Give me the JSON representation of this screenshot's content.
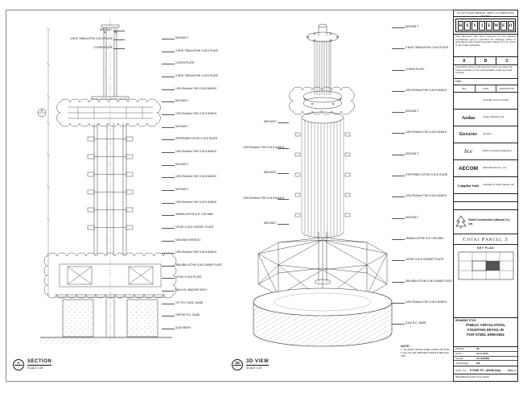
{
  "stamp": {
    "header": "DO NOT SCALE DRAWING. VERIFY ALL DIMENSIONS ON SITE.",
    "reviewed_letters": [
      "R",
      "E",
      "V",
      "I",
      "E",
      "W",
      "E",
      "D"
    ],
    "status_text": "This document has been reviewed by the relevant consultant(s) and is accorded the following status in accordance with Project Procedure Section 5.3 for action by the Trade Contractor.",
    "grades": [
      "A",
      "B",
      "C"
    ],
    "note_text": "Consultant review of this document does not relieve the Trade Contractor of his responsibilities under the Trade Contract.",
    "date_label": "Date :",
    "rev_cols": [
      "REV",
      "DATE",
      "DESCRIPTION"
    ]
  },
  "companies": [
    {
      "logo": "",
      "name": "Venetian Orient Limited"
    },
    {
      "logo": "Aedas",
      "name": "Aedas (Macau) Ltd."
    },
    {
      "logo": "Gensler",
      "name": "Gensler"
    },
    {
      "logo": "bce",
      "name": "BCE Consulting Engineers"
    },
    {
      "logo": "AECOM",
      "name": "AECOM Asia Co. Ltd."
    },
    {
      "logo": "Langdon Seah",
      "name": "Langdon & Seah Macau Ltd."
    }
  ],
  "contractor": {
    "name": "Tadea Construction (Macau) Co., Ltd."
  },
  "project_label": "Cotai Parcel 3",
  "key_plan": {
    "label": "KEY PLAN"
  },
  "title_block": {
    "drawing_title_label": "DRAWING TITLE:",
    "title_lines": [
      "PUBLIC CIRCULATION,",
      "FOUNTAIN DETAIL IN",
      "FOR STEEL ERM-0502"
    ],
    "info_rows": [
      [
        "DRAWN",
        "KC"
      ],
      [
        "DATE",
        "19-11-2015"
      ],
      [
        "SCALE",
        "AS SHOWN"
      ],
      [
        "APPROVED",
        "WK"
      ]
    ],
    "dwg_label": "DWG. NO. :",
    "dwg_no": "P-F525_PC_AD046.dwg",
    "rev": "REV. A",
    "ref_label": "REFERENCE DWG FILE NAME"
  },
  "views": {
    "section": {
      "tag": "A",
      "name": "SECTION",
      "scale": "SCALE 1:25"
    },
    "iso": {
      "tag": "3D",
      "name": "3D VIEW",
      "scale": "SCALE 1:25"
    }
  },
  "notes": {
    "title": "NOTE:",
    "items": [
      "1. ALL BOLT SHOULD BE FIXING ON SITE.",
      "2. ALL FILLET WELDED SHOULD BE 6mm THK."
    ]
  },
  "annotations": {
    "section_right": [
      "M20 BOLT",
      "4 NOS 75DIA×6THK G.M.S PLATE",
      "COVER PLATE",
      "4 NOS 75DIA×6THK G.M.S PLATE",
      "125×75×6mm THK G.M.S ANGLE",
      "M20 BOLT",
      "125×75×6mm THK G.M.S ANGLE",
      "M20 BOLT",
      "STIFFENER 10THK G.M.S PLATE",
      "125×75×6mm THK G.M.S ANGLE",
      "M20 BOLT",
      "125×75×6mm THK G.M.S ANGLE",
      "M20 BOLT",
      "125×75×6mm THK G.M.S ANGLE",
      "450DIA×10THK S.S. COLUMN",
      "10THK G.M.S GUSSET PLATE",
      "M20 ANCHOR BOLT",
      "125×75×6mm THK G.M.S ANGLE",
      "350×350×12THK G.M.S BASE PLATE",
      "12THK G.M.S PLATE",
      "M24 H.D. ANCHOR BOLT",
      "1ST FIX CONC. BASE",
      "150THK R.C. SLAB",
      "A142 MESH"
    ],
    "section_left": [
      "M20 BOLT",
      "4 NOS 75DIA×6THK G.M.S PLATE",
      "COVER PLATE"
    ],
    "iso_right": [
      "M20 BOLT",
      "4 NOS 75DIA×6THK G.M.S PLATE",
      "COVER PLATE",
      "125×75×6mm THK G.M.S ANGLE",
      "M20 BOLT",
      "125×75×6mm THK G.M.S ANGLE",
      "M20 BOLT",
      "STIFFENER 10THK G.M.S PLATE",
      "125×75×6mm THK G.M.S ANGLE",
      "M20 BOLT",
      "450DIA×10THK S.S. COLUMN",
      "10THK G.M.S GUSSET PLATE",
      "350×350×12THK G.M.S BASE PLATE",
      "125×75×6mm THK G.M.S ANGLE",
      "A142 R.C. BASE"
    ],
    "iso_left": [
      "M20 BOLT",
      "125×75×6mm THK G.M.S ANGLE",
      "M20 BOLT",
      "125×75×6mm THK G.M.S ANGLE",
      "M20 BOLT"
    ]
  }
}
